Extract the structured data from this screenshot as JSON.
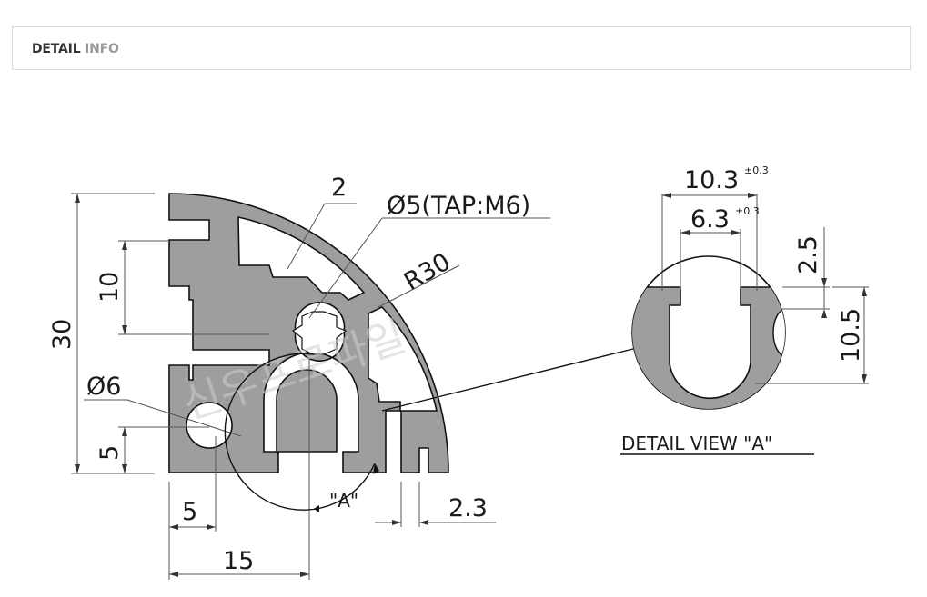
{
  "header": {
    "title_strong": "DETAIL",
    "title_light": "INFO"
  },
  "drawing": {
    "dim_30": "30",
    "dim_10": "10",
    "dim_2": "2",
    "dim_hole_label": "Ø5(TAP:M6)",
    "dim_radius": "R30",
    "dim_hole_d6": "Ø6",
    "dim_5_vertical": "5",
    "dim_5_horizontal": "5",
    "dim_15": "15",
    "dim_2_3": "2.3",
    "callout_a": "\"A\"",
    "watermark": "신우프로파일",
    "detail": {
      "title": "DETAIL VIEW \"A\"",
      "dim_10_3": "10.3",
      "tol_10_3": "±0.3",
      "dim_6_3": "6.3",
      "tol_6_3": "±0.3",
      "dim_2_5": "2.5",
      "dim_10_5": "10.5"
    }
  },
  "colors": {
    "profile_fill": "#9e9e9e",
    "profile_stroke": "#111111",
    "header_border": "#dcdcdc"
  }
}
